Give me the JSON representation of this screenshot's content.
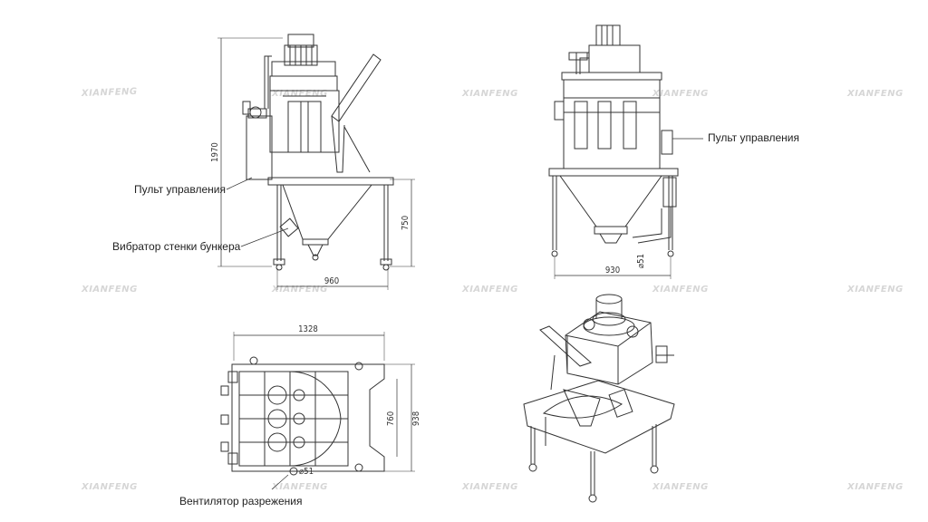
{
  "watermark": "XIANFENG",
  "callouts": {
    "control_panel_left": "Пульт управления",
    "hopper_vibrator": "Вибратор стенки бункера",
    "control_panel_right": "Пульт управления",
    "vacuum_fan": "Вентилятор разрежения"
  },
  "dimensions": {
    "side_height": "1970",
    "side_leg_height": "750",
    "side_width": "960",
    "front_width": "930",
    "front_outlet": "⌀51",
    "top_width": "1328",
    "top_inner_depth": "760",
    "top_depth": "938",
    "top_outlet": "⌀51"
  }
}
